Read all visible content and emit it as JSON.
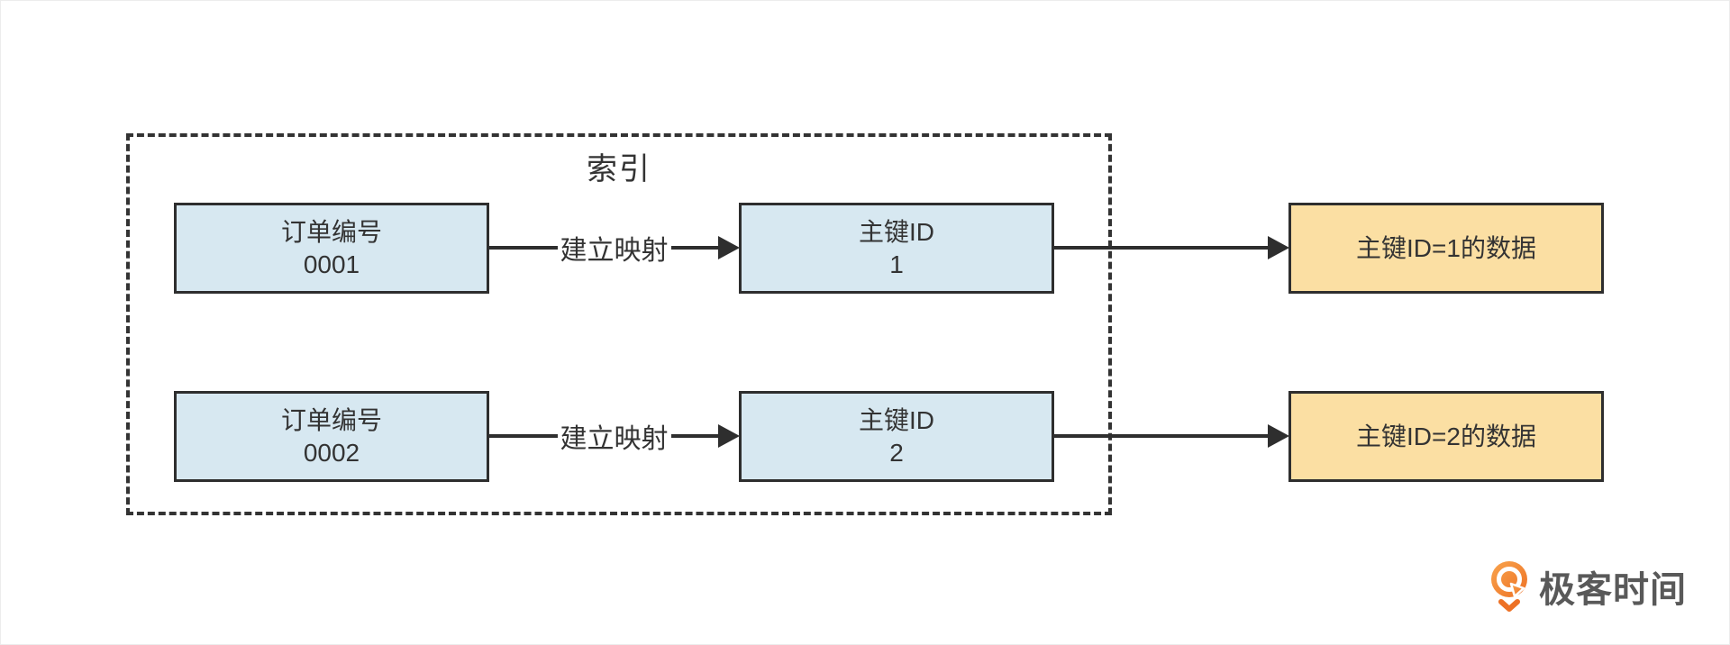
{
  "diagram": {
    "container_label": "索引",
    "rows": [
      {
        "order_box": {
          "line1": "订单编号",
          "line2": "0001"
        },
        "mapping_label": "建立映射",
        "pk_box": {
          "line1": "主键ID",
          "line2": "1"
        },
        "data_box": {
          "label": "主键ID=1的数据"
        }
      },
      {
        "order_box": {
          "line1": "订单编号",
          "line2": "0002"
        },
        "mapping_label": "建立映射",
        "pk_box": {
          "line1": "主键ID",
          "line2": "2"
        },
        "data_box": {
          "label": "主键ID=2的数据"
        }
      }
    ],
    "colors": {
      "index_box_fill": "#d7e8f1",
      "data_box_fill": "#fbdfa3",
      "stroke": "#2e2e2e"
    }
  },
  "branding": {
    "logo_text": "极客时间",
    "logo_icon": "geektime-speech-bubble-icon",
    "logo_orange": "#ee7623",
    "logo_text_color": "#595959"
  }
}
